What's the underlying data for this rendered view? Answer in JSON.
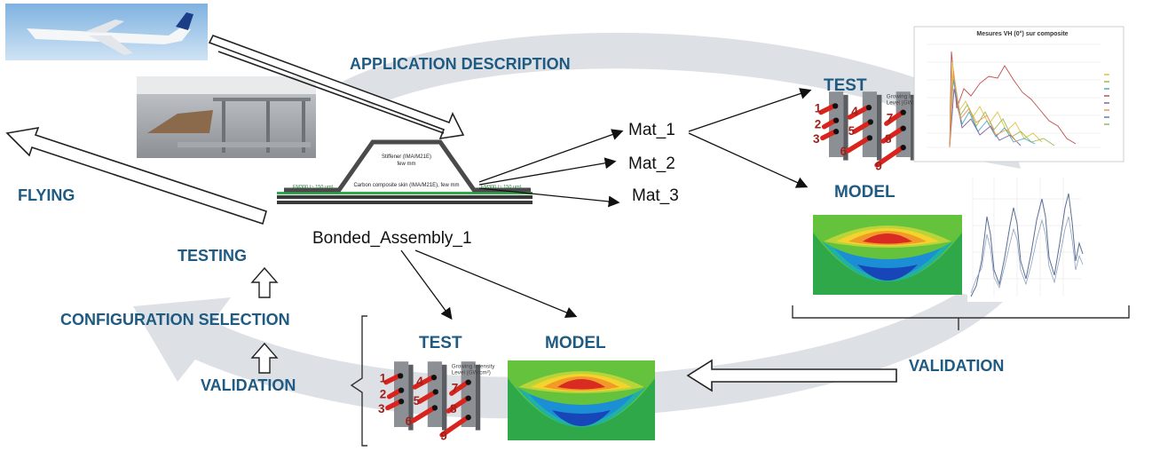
{
  "labels": {
    "application_description": "APPLICATION DESCRIPTION",
    "flying": "FLYING",
    "testing": "TESTING",
    "configuration_selection": "CONFIGURATION SELECTION",
    "validation_left": "VALIDATION",
    "validation_right": "VALIDATION",
    "test_top": "TEST",
    "model_top": "MODEL",
    "test_bottom": "TEST",
    "model_bottom": "MODEL"
  },
  "assembly": {
    "name": "Bonded_Assembly_1",
    "stiffener_line1": "Stiffener (IMA/M21E)",
    "stiffener_line2": "few mm",
    "skin_line1": "Carbon composite skin (IMA/M21E), few mm",
    "film_left": "FM300 (~ 150 µm)",
    "film_right": "FM300 (~ 150 µm)"
  },
  "materials": [
    "Mat_1",
    "Mat_2",
    "Mat_3"
  ],
  "specimen": {
    "legend_line1": "Growing Intensity",
    "legend_line2": "Level (GW/cm²)",
    "numbers": [
      "1",
      "2",
      "3",
      "4",
      "5",
      "6",
      "7",
      "8",
      "9"
    ]
  },
  "chart_top": {
    "title": "Mesures VH (0°) sur composite"
  },
  "colors": {
    "label_blue": "#1f5a82",
    "flow_gray": "#d9dde3",
    "laser_red": "#d9231d"
  }
}
